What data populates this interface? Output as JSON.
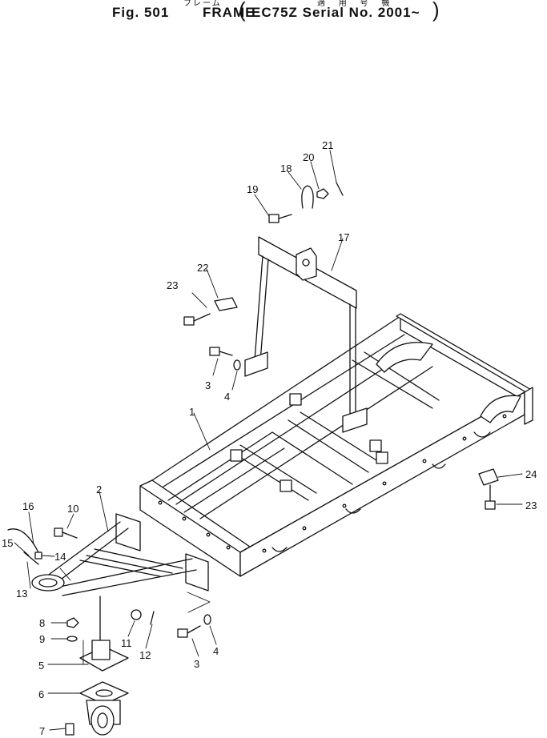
{
  "header": {
    "fig_number": "Fig. 501",
    "name": "FRAME",
    "name_kana": "フレーム",
    "applicability_kana": "適 用 号 機",
    "serial": "EC75Z Serial No. 2001~"
  },
  "callouts": [
    {
      "id": "c1",
      "text": "1"
    },
    {
      "id": "c2",
      "text": "2"
    },
    {
      "id": "c3a",
      "text": "3"
    },
    {
      "id": "c3b",
      "text": "3"
    },
    {
      "id": "c4a",
      "text": "4"
    },
    {
      "id": "c4b",
      "text": "4"
    },
    {
      "id": "c5",
      "text": "5"
    },
    {
      "id": "c6",
      "text": "6"
    },
    {
      "id": "c7",
      "text": "7"
    },
    {
      "id": "c8",
      "text": "8"
    },
    {
      "id": "c9",
      "text": "9"
    },
    {
      "id": "c10",
      "text": "10"
    },
    {
      "id": "c11",
      "text": "11"
    },
    {
      "id": "c12",
      "text": "12"
    },
    {
      "id": "c13",
      "text": "13"
    },
    {
      "id": "c14",
      "text": "14"
    },
    {
      "id": "c15",
      "text": "15"
    },
    {
      "id": "c16",
      "text": "16"
    },
    {
      "id": "c17",
      "text": "17"
    },
    {
      "id": "c18",
      "text": "18"
    },
    {
      "id": "c19",
      "text": "19"
    },
    {
      "id": "c20",
      "text": "20"
    },
    {
      "id": "c21",
      "text": "21"
    },
    {
      "id": "c22",
      "text": "22"
    },
    {
      "id": "c23a",
      "text": "23"
    },
    {
      "id": "c23b",
      "text": "23"
    },
    {
      "id": "c24",
      "text": "24"
    }
  ]
}
